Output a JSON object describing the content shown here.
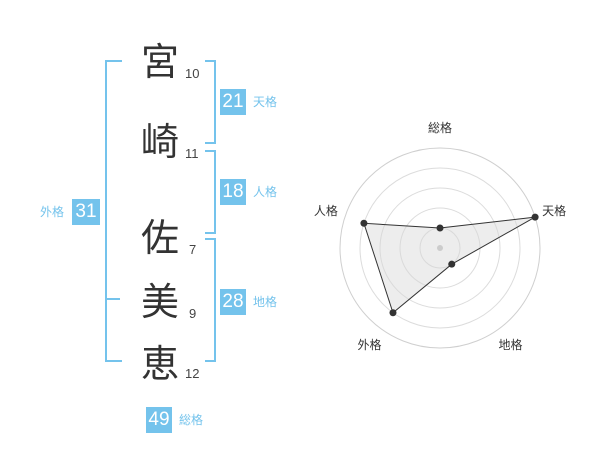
{
  "name_chars": [
    {
      "char": "宮",
      "strokes": "10"
    },
    {
      "char": "崎",
      "strokes": "11"
    },
    {
      "char": "佐",
      "strokes": "7"
    },
    {
      "char": "美",
      "strokes": "9"
    },
    {
      "char": "恵",
      "strokes": "12"
    }
  ],
  "fortunes": {
    "tenkaku": {
      "value": "21",
      "label": "天格"
    },
    "jinkaku": {
      "value": "18",
      "label": "人格"
    },
    "chikaku": {
      "value": "28",
      "label": "地格"
    },
    "gaikaku": {
      "value": "31",
      "label": "外格"
    },
    "soukaku": {
      "value": "49",
      "label": "総格"
    }
  },
  "accent_color": "#74c3ec",
  "chart_data": {
    "type": "radar",
    "axes": [
      "総格",
      "天格",
      "地格",
      "外格",
      "人格"
    ],
    "values": [
      1,
      5,
      1,
      4,
      4
    ],
    "rmax": 5,
    "rings": 5
  }
}
